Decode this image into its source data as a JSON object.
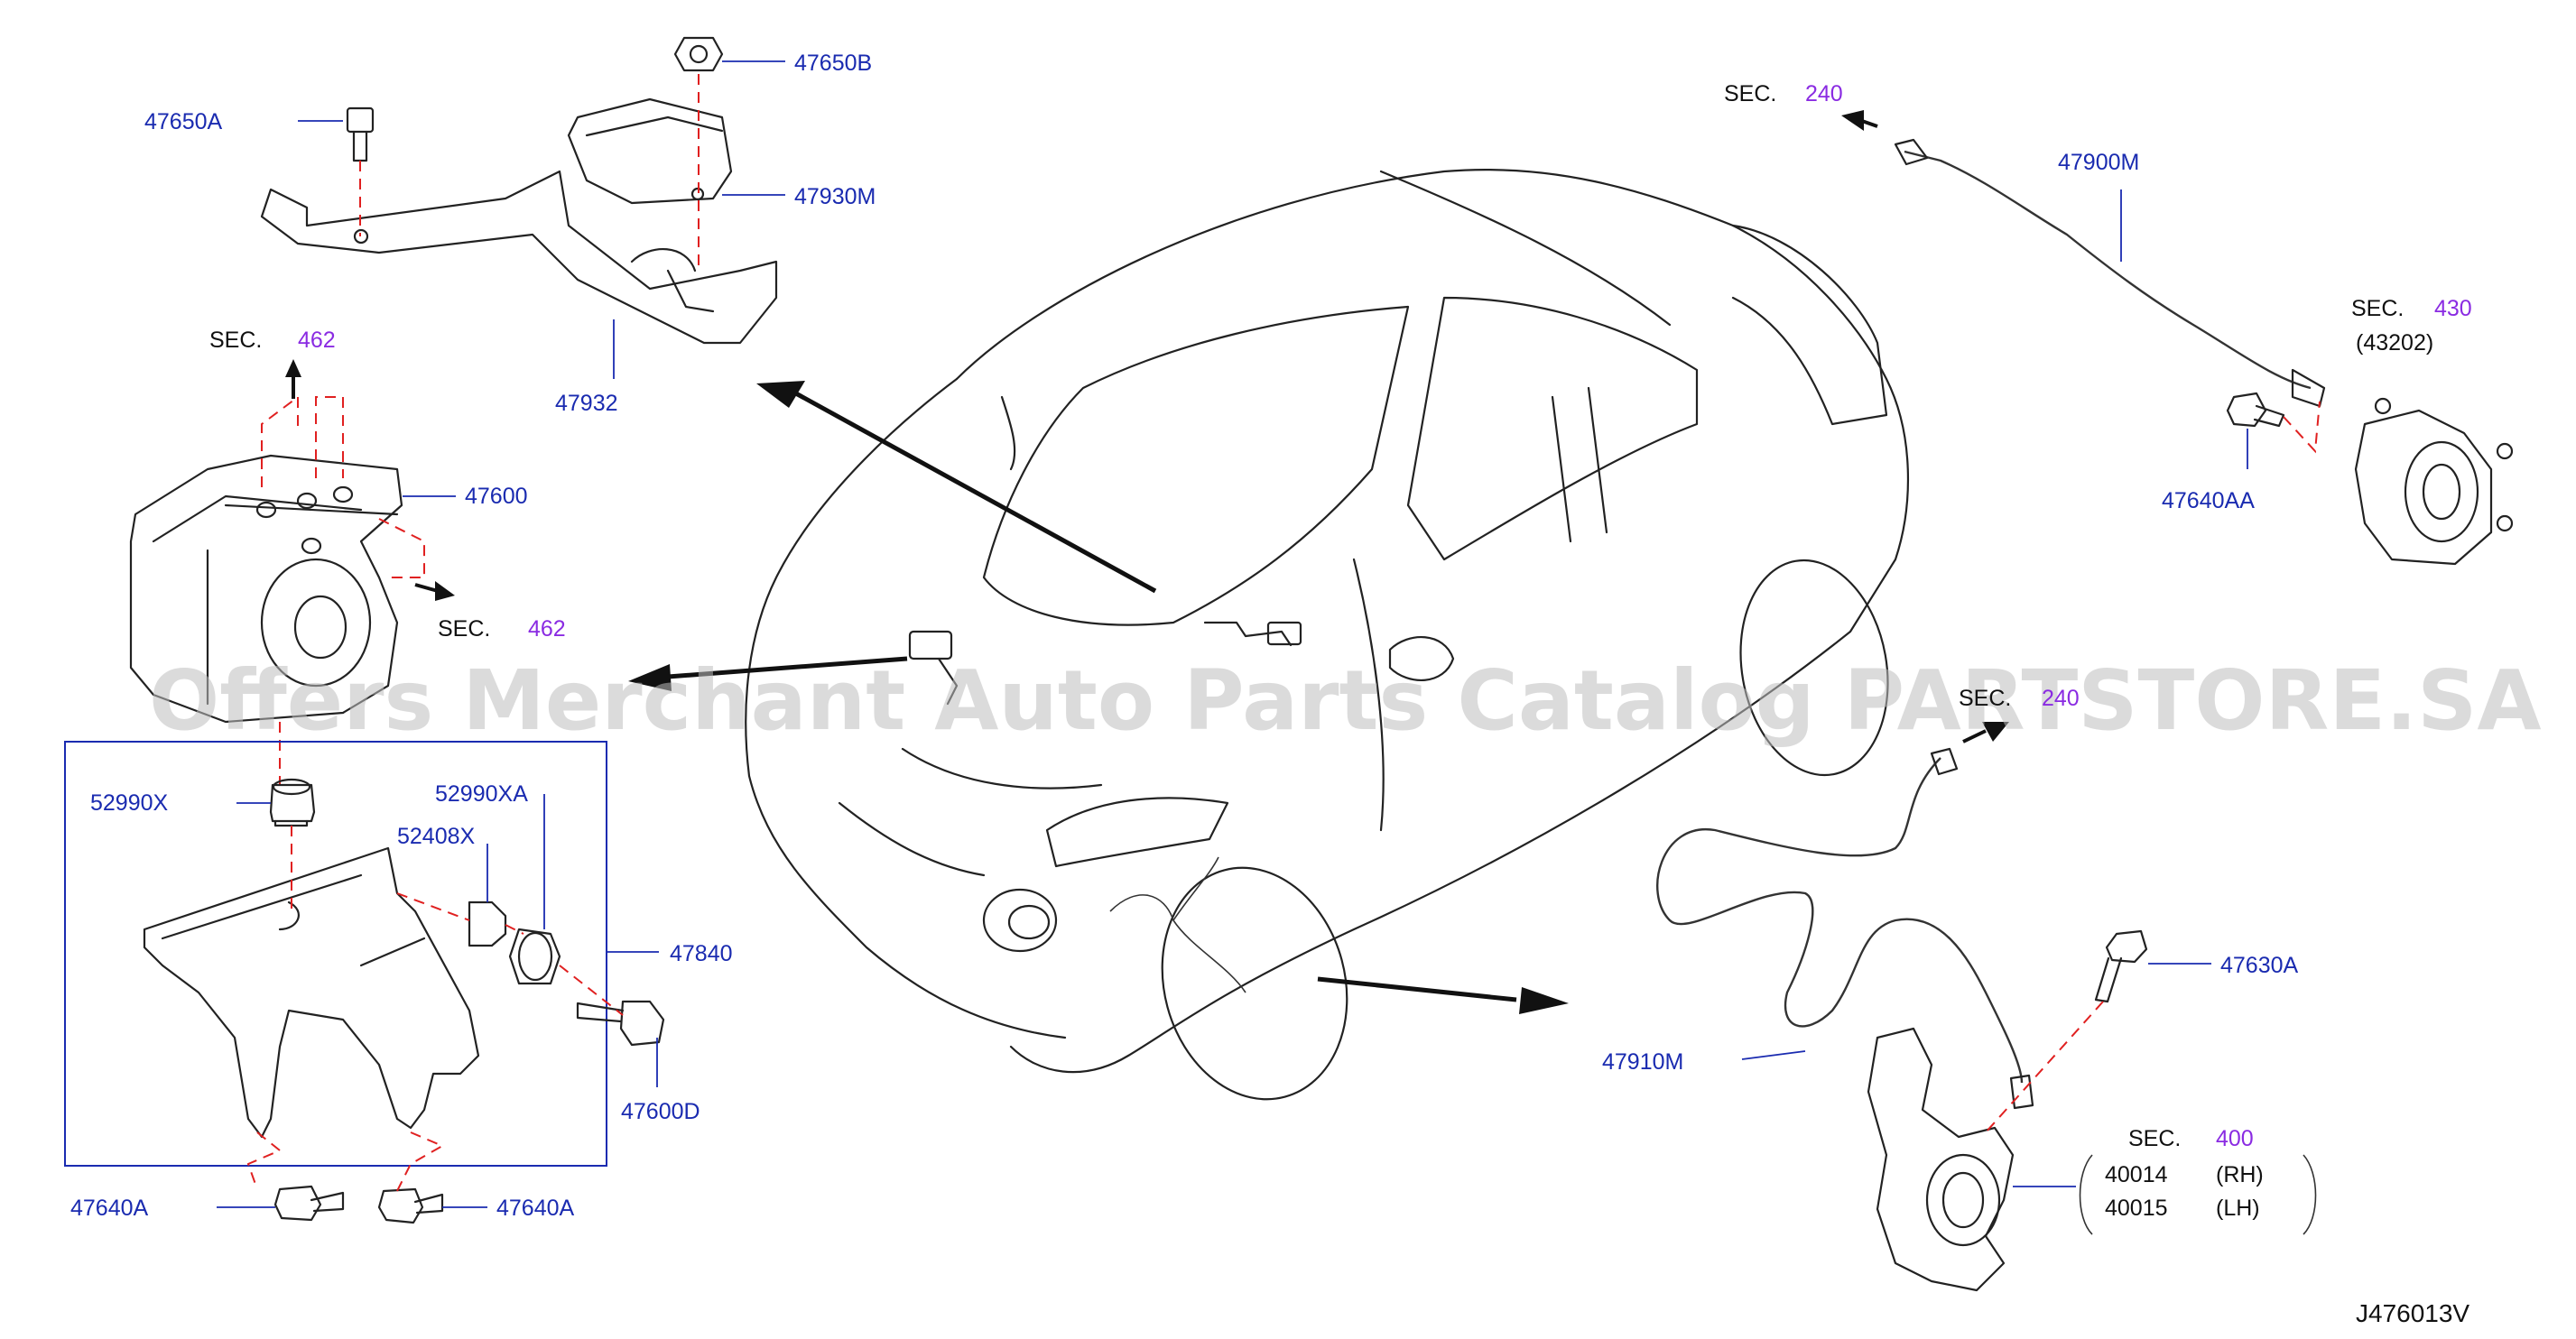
{
  "labels": {
    "p47650A": "47650A",
    "p47650B": "47650B",
    "p47930M": "47930M",
    "p47932": "47932",
    "p47600": "47600",
    "p52990X": "52990X",
    "p52990XA": "52990XA",
    "p52408X": "52408X",
    "p47840": "47840",
    "p47600D": "47600D",
    "p47640A_1": "47640A",
    "p47640A_2": "47640A",
    "p47900M": "47900M",
    "p47640AA": "47640AA",
    "p47910M": "47910M",
    "p47630A": "47630A",
    "p43202": "(43202)",
    "p40014": "40014",
    "p40015": "40015",
    "rh": "(RH)",
    "lh": "(LH)",
    "diagram_code": "J476013V"
  },
  "sections": {
    "sec_text": "SEC.",
    "s462_top": "462",
    "s462_right": "462",
    "s240_top": "240",
    "s430": "430",
    "s240_mid": "240",
    "s400": "400"
  },
  "watermark": "Offers Merchant Auto Parts Catalog PARTSTORE.SA",
  "colors": {
    "part_label": "#1a2bb0",
    "section_number": "#8a2be2",
    "dashed_guide": "#e02020",
    "line_art": "#222222"
  }
}
